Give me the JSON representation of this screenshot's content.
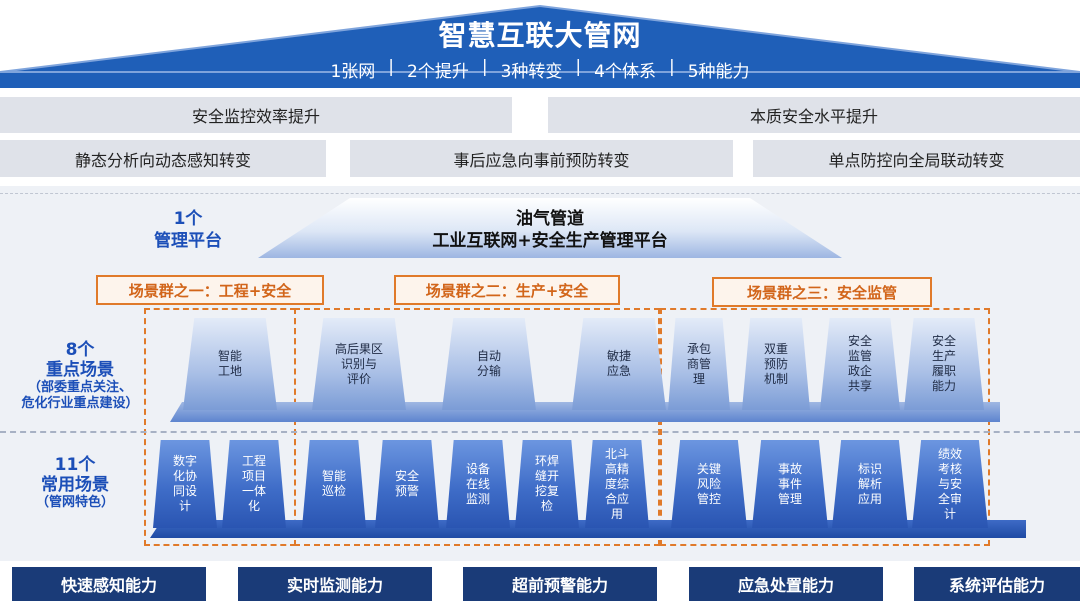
{
  "header": {
    "title": "智慧互联大管网",
    "items": [
      "1张网",
      "2个提升",
      "3种转变",
      "4个体系",
      "5种能力"
    ],
    "separator": "|"
  },
  "improvements": [
    "安全监控效率提升",
    "本质安全水平提升"
  ],
  "transformations": [
    "静态分析向动态感知转变",
    "事后应急向事前预防转变",
    "单点防控向全局联动转变"
  ],
  "platform": {
    "label": [
      "1个",
      "管理平台"
    ],
    "title": "油气管道",
    "subtitle": "工业互联网+安全生产管理平台"
  },
  "scene_groups": [
    "场景群之一：工程+安全",
    "场景群之二：生产+安全",
    "场景群之三：安全监管"
  ],
  "key_scenes": {
    "label": [
      "8个",
      "重点场景"
    ],
    "note": [
      "（部委重点关注、",
      "危化行业重点建设）"
    ],
    "items": [
      [
        "智能",
        "工地"
      ],
      [
        "高后果区",
        "识别与",
        "评价"
      ],
      [
        "自动",
        "分输"
      ],
      [
        "敏捷",
        "应急"
      ],
      [
        "承包",
        "商管",
        "理"
      ],
      [
        "双重",
        "预防",
        "机制"
      ],
      [
        "安全",
        "监管",
        "政企",
        "共享"
      ],
      [
        "安全",
        "生产",
        "履职",
        "能力"
      ]
    ]
  },
  "common_scenes": {
    "label": [
      "11个",
      "常用场景"
    ],
    "note": "（管网特色）",
    "items": [
      [
        "数字",
        "化协",
        "同设",
        "计"
      ],
      [
        "工程",
        "项目",
        "一体",
        "化"
      ],
      [
        "智能",
        "巡检"
      ],
      [
        "安全",
        "预警"
      ],
      [
        "设备",
        "在线",
        "监测"
      ],
      [
        "环焊",
        "缝开",
        "挖复",
        "检"
      ],
      [
        "北斗",
        "高精",
        "度综",
        "合应",
        "用"
      ],
      [
        "关键",
        "风险",
        "管控"
      ],
      [
        "事故",
        "事件",
        "管理"
      ],
      [
        "标识",
        "解析",
        "应用"
      ],
      [
        "绩效",
        "考核",
        "与安",
        "全审",
        "计"
      ]
    ]
  },
  "capabilities": [
    "快速感知能力",
    "实时监测能力",
    "超前预警能力",
    "应急处置能力",
    "系统评估能力"
  ],
  "colors": {
    "header_blue": "#1f5fb8",
    "dark_navy": "#1a3b78",
    "orange": "#e07a2a",
    "label_blue": "#1c4fb8"
  }
}
